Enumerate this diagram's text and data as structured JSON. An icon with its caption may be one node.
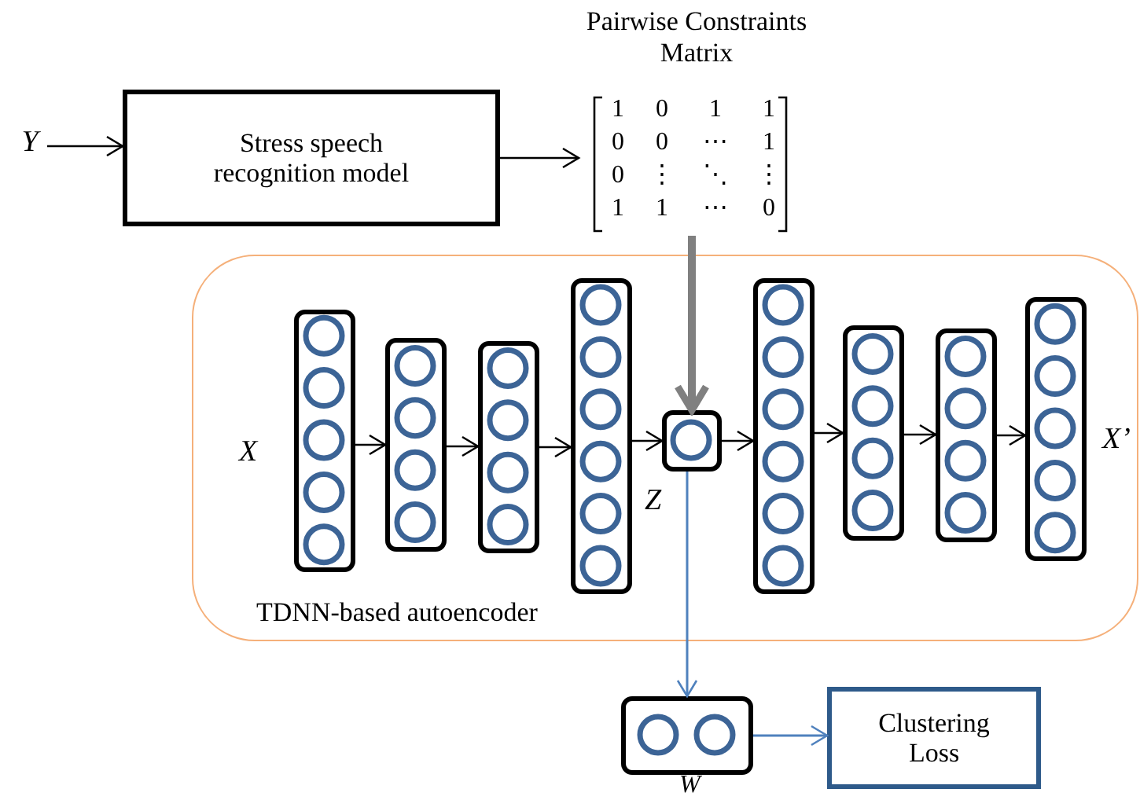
{
  "diagram": {
    "nodes": [
      {
        "text": [
          "Y"
        ]
      },
      {
        "text": [
          "Stress speech recognition model"
        ]
      },
      {
        "text": [
          "Pairwise Constraints Matrix"
        ]
      },
      {
        "text": [
          "TDNN-based autoencoder"
        ]
      },
      {
        "text": [],
        "shape": "box",
        "in": 3,
        "beside": [
          "X"
        ]
      },
      {
        "text": [],
        "shape": "box",
        "in": 3
      },
      {
        "text": [],
        "shape": "box",
        "in": 3
      },
      {
        "text": [],
        "shape": "box",
        "in": 3
      },
      {
        "text": [],
        "shape": "box",
        "in": 3,
        "beside": [
          "Z"
        ]
      },
      {
        "text": [],
        "shape": "box",
        "in": 3
      },
      {
        "text": [],
        "shape": "box",
        "in": 3
      },
      {
        "text": [],
        "shape": "box",
        "in": 3
      },
      {
        "text": [],
        "shape": "box",
        "in": 3,
        "beside": [
          "X’"
        ]
      },
      {
        "text": [],
        "shape": "box",
        "beside": [
          "W"
        ]
      },
      {
        "text": [
          "Clustering Loss"
        ]
      }
    ],
    "edges": [
      {
        "from": 0,
        "to": 1,
        "arrow": "to"
      },
      {
        "from": 1,
        "to": 2,
        "arrow": "to"
      },
      {
        "from": 2,
        "to": 8,
        "arrow": "to",
        "style": "thick",
        "color": "#808080"
      },
      {
        "from": 4,
        "to": 5,
        "arrow": "to"
      },
      {
        "from": 5,
        "to": 6,
        "arrow": "to"
      },
      {
        "from": 6,
        "to": 7,
        "arrow": "to"
      },
      {
        "from": 7,
        "to": 8,
        "arrow": "to"
      },
      {
        "from": 8,
        "to": 9,
        "arrow": "to"
      },
      {
        "from": 9,
        "to": 10,
        "arrow": "to"
      },
      {
        "from": 10,
        "to": 11,
        "arrow": "to"
      },
      {
        "from": 11,
        "to": 12,
        "arrow": "to"
      },
      {
        "from": 8,
        "to": 13,
        "arrow": "to",
        "color": "#4f81bd"
      },
      {
        "from": 13,
        "to": 14,
        "arrow": "to",
        "color": "#4f81bd"
      }
    ],
    "labels": [
      "1",
      "0",
      "1",
      "1",
      "0",
      "0",
      "⋯",
      "1",
      "0",
      "⋮",
      "⋱",
      "⋮",
      "1",
      "1",
      "⋯",
      "0"
    ]
  }
}
